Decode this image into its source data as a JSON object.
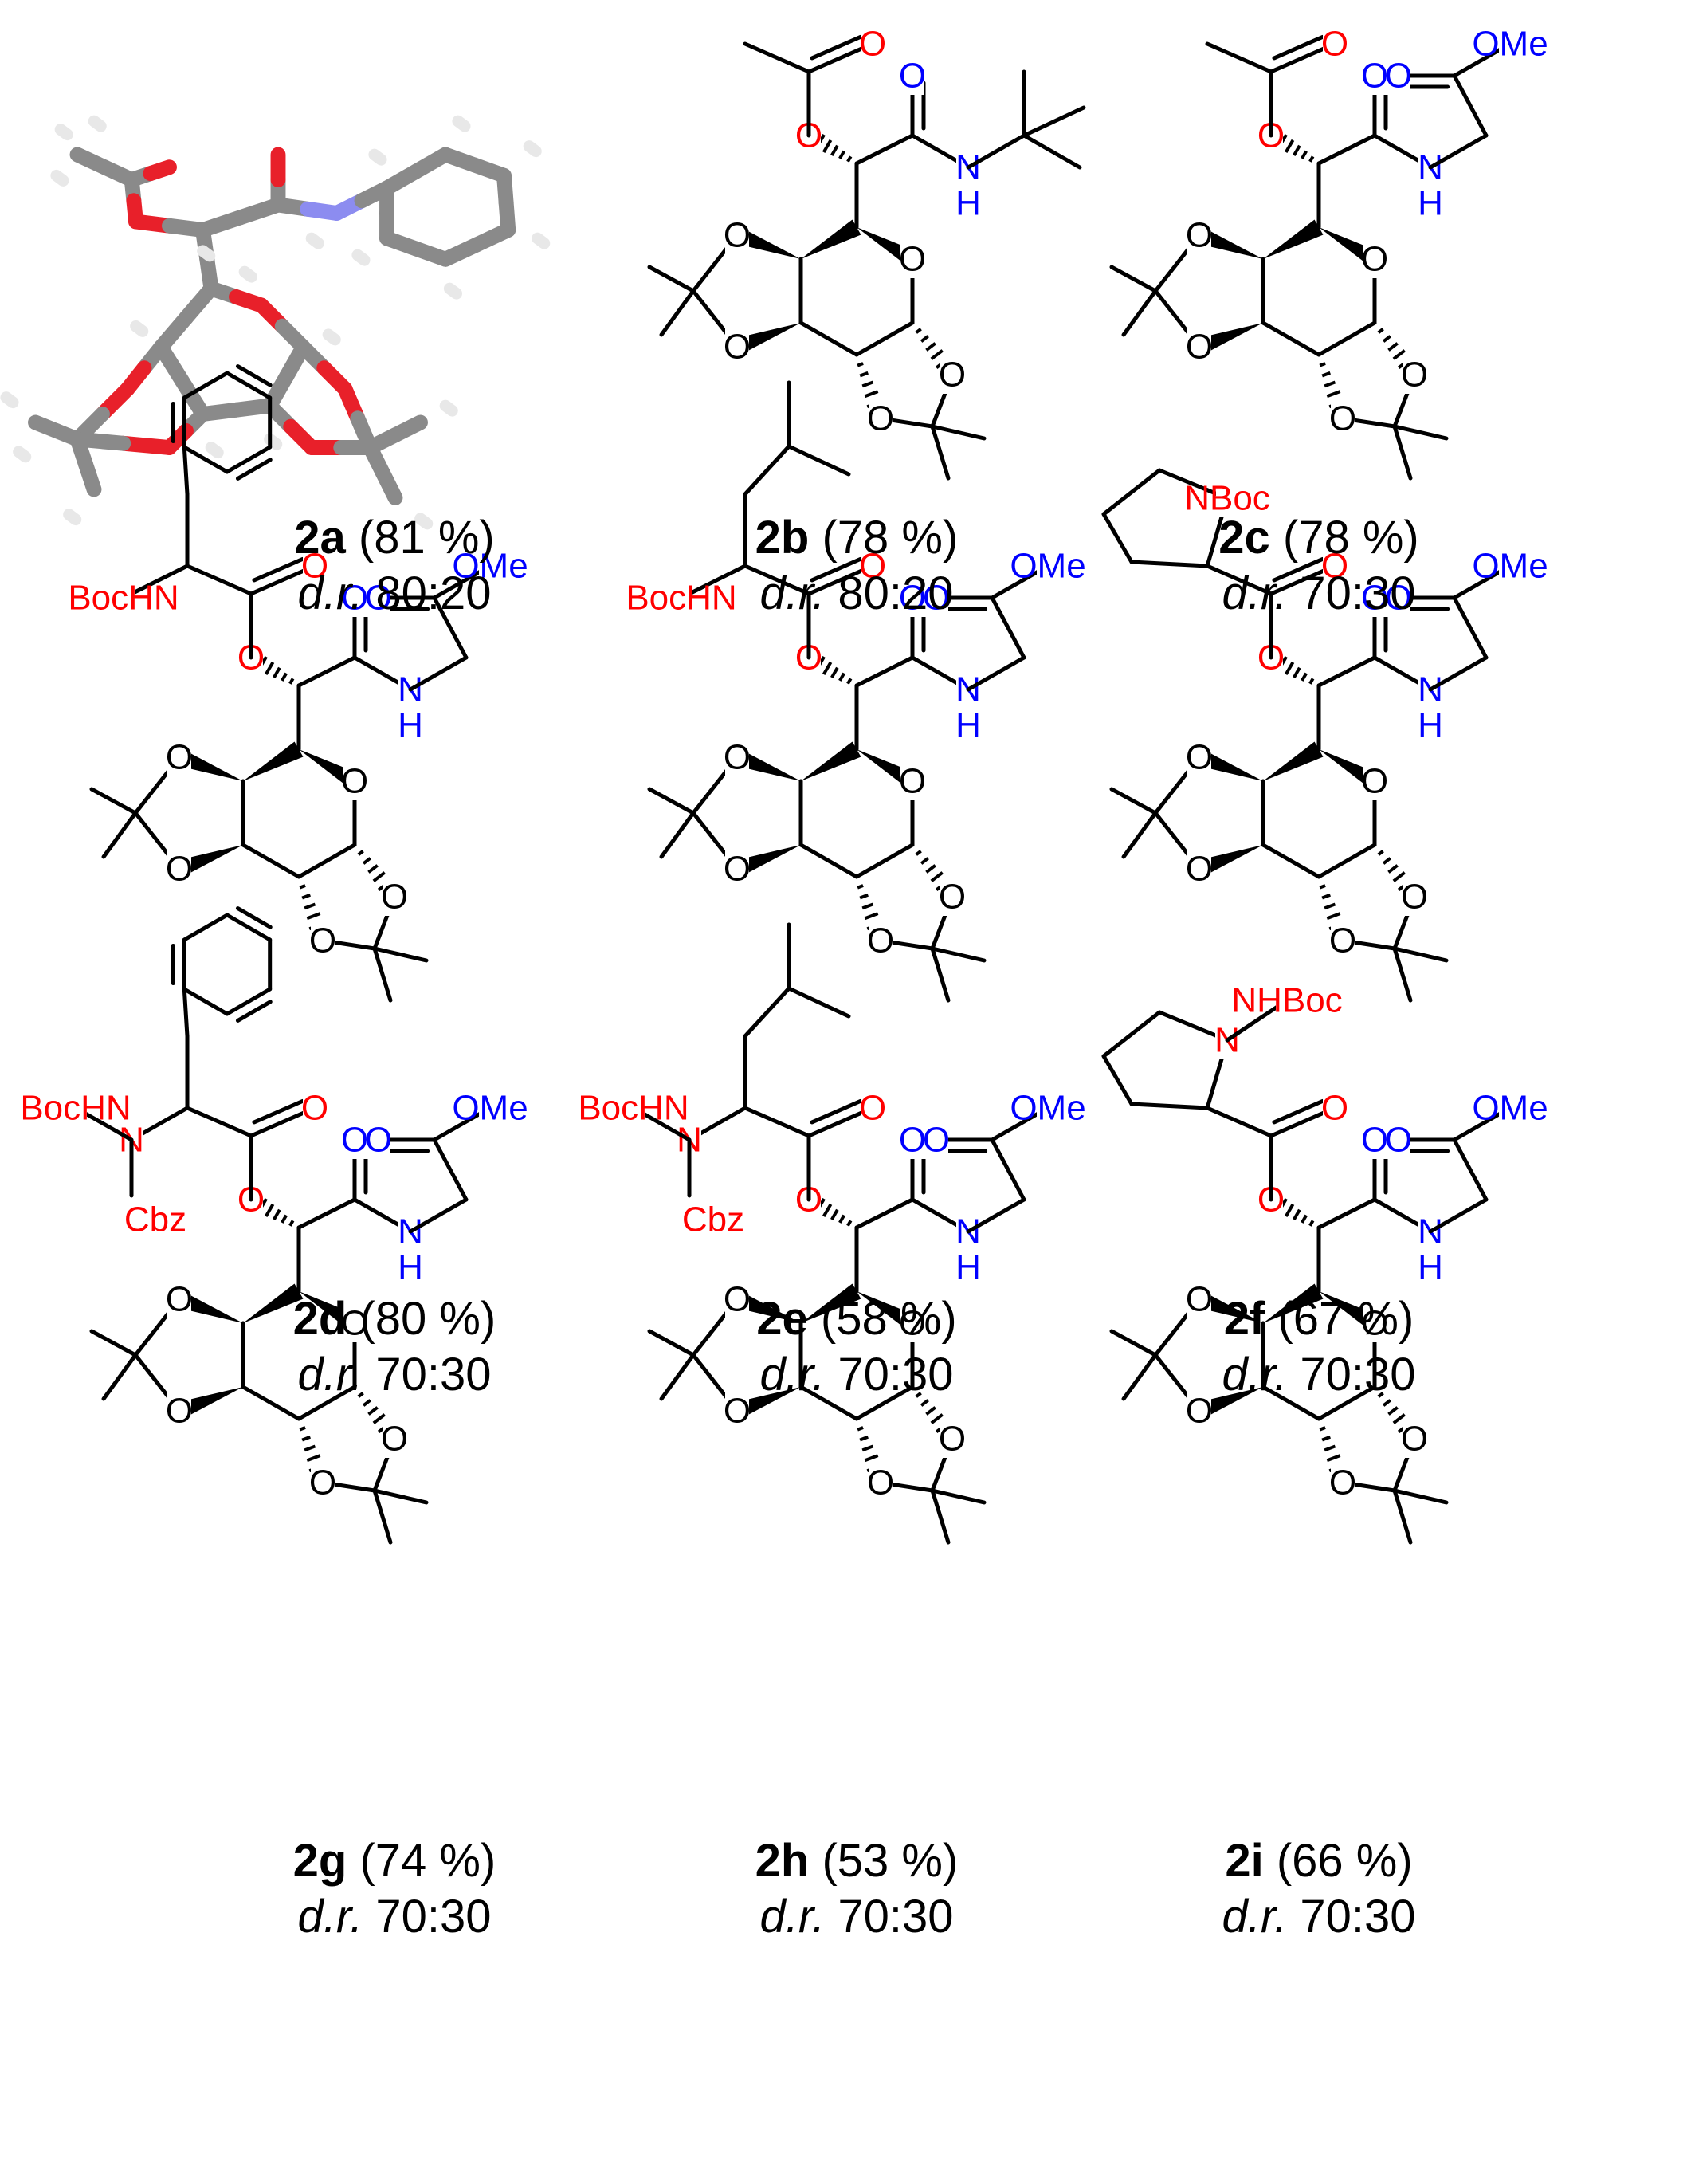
{
  "colors": {
    "ester_side": "#ff0000",
    "amide_side": "#0000ff",
    "core": "#000000"
  },
  "compounds": [
    {
      "id": "2a",
      "yield": "(81 %)",
      "dr_label": "d.r.",
      "dr": "80:20",
      "depiction": "x-ray-crystal-structure"
    },
    {
      "id": "2b",
      "yield": "(78 %)",
      "dr_label": "d.r.",
      "dr": "80:20",
      "ester": "Ac",
      "amide": "tBu",
      "labels": {
        "amide_nh": "N",
        "amide_h": "H"
      }
    },
    {
      "id": "2c",
      "yield": "(78 %)",
      "dr_label": "d.r.",
      "dr": "70:30",
      "ester": "Ac",
      "amide": "GlyOMe",
      "labels": {
        "amide_nh": "N",
        "amide_h": "H",
        "ome": "OMe"
      }
    },
    {
      "id": "2d",
      "yield": "(80 %)",
      "dr_label": "d.r.",
      "dr": "70:30",
      "ester": "Boc-Phe",
      "amide": "GlyOMe",
      "labels": {
        "nprot": "BocHN",
        "amide_nh": "N",
        "amide_h": "H",
        "ome": "OMe"
      }
    },
    {
      "id": "2e",
      "yield": "(58 %)",
      "dr_label": "d.r.",
      "dr": "70:30",
      "ester": "Boc-Leu",
      "amide": "GlyOMe",
      "labels": {
        "nprot": "BocHN",
        "amide_nh": "N",
        "amide_h": "H",
        "ome": "OMe"
      }
    },
    {
      "id": "2f",
      "yield": "(67 %)",
      "dr_label": "d.r.",
      "dr": "70:30",
      "ester": "Boc-Pro",
      "amide": "GlyOMe",
      "labels": {
        "nprot": "NBoc",
        "amide_nh": "N",
        "amide_h": "H",
        "ome": "OMe"
      }
    },
    {
      "id": "2g",
      "yield": "(74 %)",
      "dr_label": "d.r.",
      "dr": "70:30",
      "ester": "aza-Phe",
      "amide": "GlyOMe",
      "labels": {
        "nprot": "BocHN",
        "n2": "N",
        "cbz": "Cbz",
        "amide_nh": "N",
        "amide_h": "H",
        "ome": "OMe"
      }
    },
    {
      "id": "2h",
      "yield": "(53 %)",
      "dr_label": "d.r.",
      "dr": "70:30",
      "ester": "aza-Leu",
      "amide": "GlyOMe",
      "labels": {
        "nprot": "BocHN",
        "n2": "N",
        "cbz": "Cbz",
        "amide_nh": "N",
        "amide_h": "H",
        "ome": "OMe"
      }
    },
    {
      "id": "2i",
      "yield": "(66 %)",
      "dr_label": "d.r.",
      "dr": "70:30",
      "ester": "aza-Pro",
      "amide": "GlyOMe",
      "labels": {
        "nprot": "NHBoc",
        "n2": "N",
        "amide_nh": "N",
        "amide_h": "H",
        "ome": "OMe"
      }
    }
  ],
  "atom_symbols": {
    "oxygen": "O"
  }
}
